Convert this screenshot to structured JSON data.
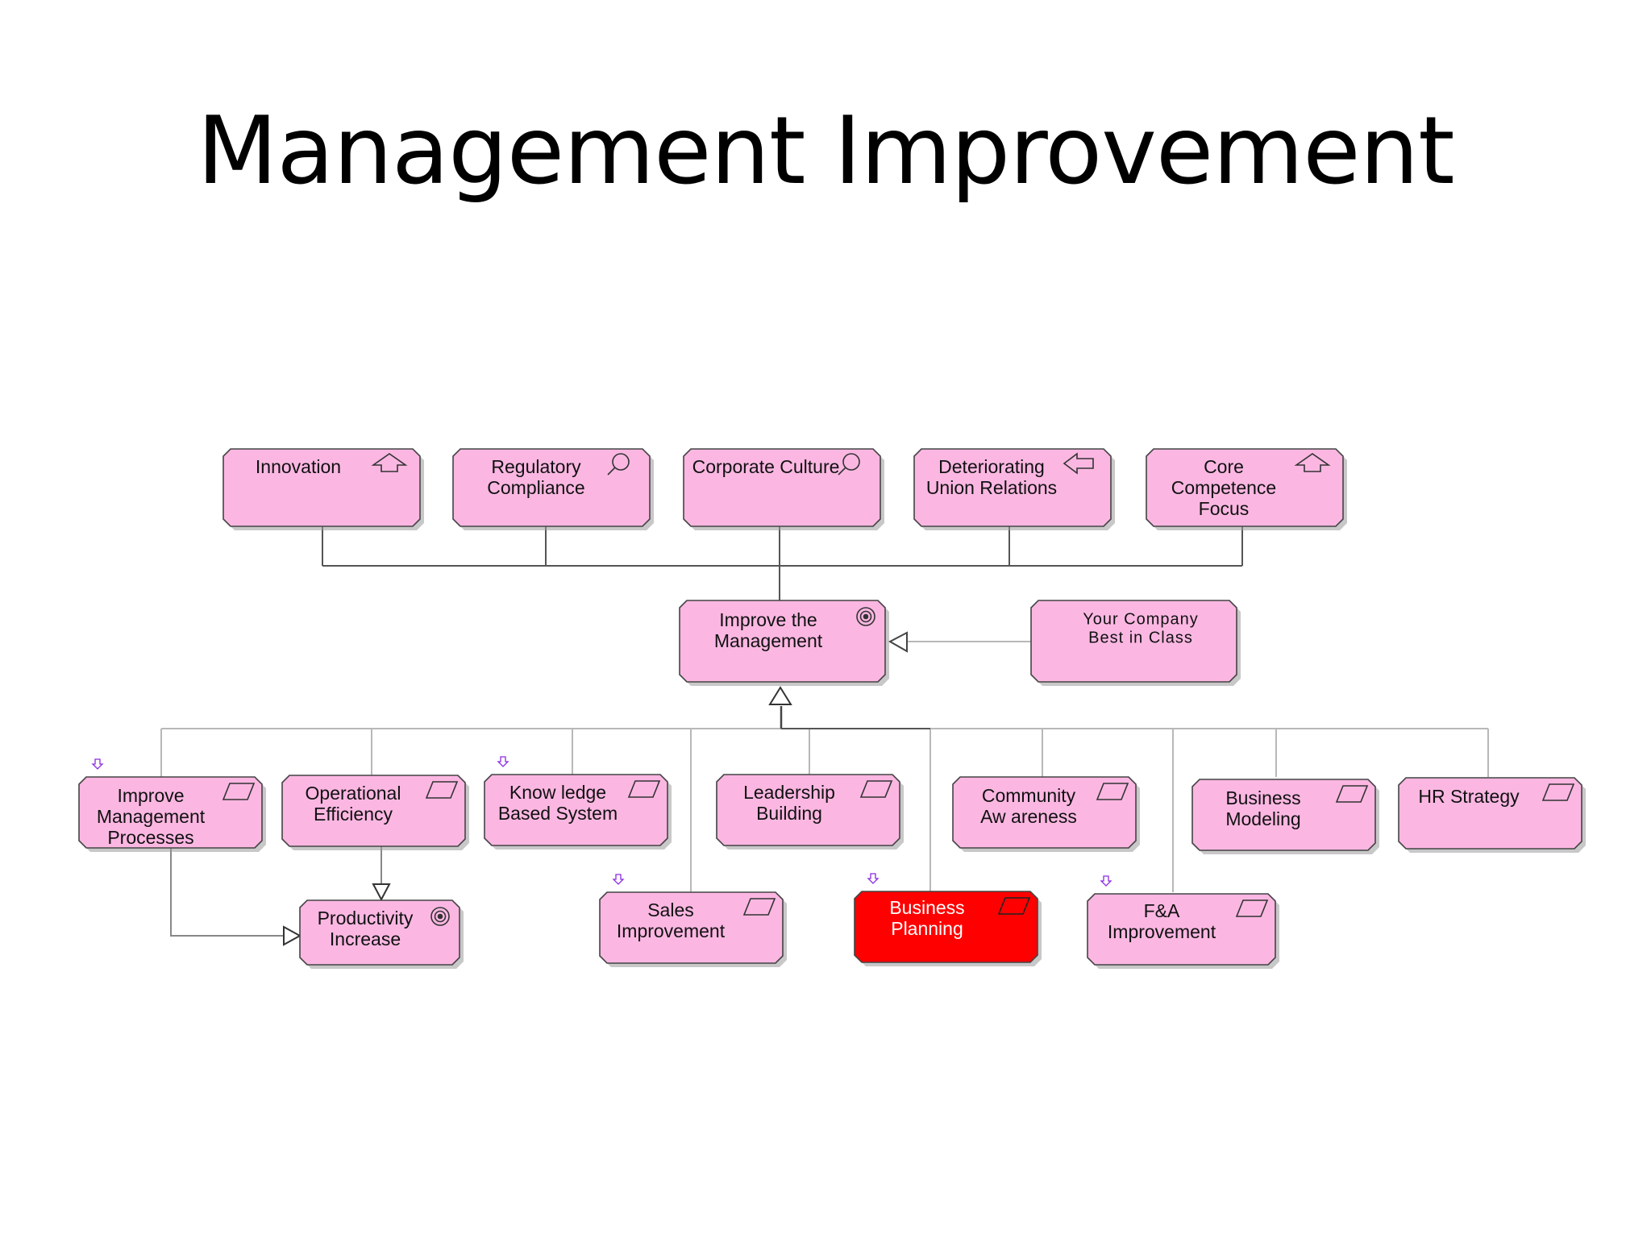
{
  "title": "Management Improvement",
  "colors": {
    "node_fill": "#fbb7e2",
    "node_stroke": "#444444",
    "highlight_fill": "#ff0000",
    "highlight_text": "#ffffff",
    "connector": "#b8b8b8"
  },
  "drivers": [
    {
      "id": "innovation",
      "lines": [
        "Innovation"
      ],
      "icon": "up-arrow-icon"
    },
    {
      "id": "regulatory",
      "lines": [
        "Regulatory",
        "Compliance"
      ],
      "icon": "magnifier-icon"
    },
    {
      "id": "culture",
      "lines": [
        "Corporate Culture"
      ],
      "icon": "magnifier-icon"
    },
    {
      "id": "union",
      "lines": [
        "Deteriorating",
        "Union Relations"
      ],
      "icon": "left-arrow-icon"
    },
    {
      "id": "core",
      "lines": [
        "Core",
        "Competence",
        "Focus"
      ],
      "icon": "up-arrow-icon"
    }
  ],
  "goal": {
    "id": "goal",
    "lines": [
      "Improve the",
      "Management"
    ],
    "icon": "target-icon"
  },
  "principle": {
    "id": "principle",
    "lines": [
      "Your Company",
      "Best in Class"
    ]
  },
  "activities": [
    {
      "id": "improve-processes",
      "lines": [
        "Improve",
        "Management",
        "Processes"
      ],
      "icon": "parallelogram-icon",
      "marker": true
    },
    {
      "id": "operational",
      "lines": [
        "Operational",
        "Efficiency"
      ],
      "icon": "parallelogram-icon",
      "marker": false
    },
    {
      "id": "knowledge",
      "lines": [
        "Know ledge",
        "Based System"
      ],
      "icon": "parallelogram-icon",
      "marker": true
    },
    {
      "id": "leadership",
      "lines": [
        "Leadership",
        "Building"
      ],
      "icon": "parallelogram-icon",
      "marker": false
    },
    {
      "id": "community",
      "lines": [
        "Community",
        "Aw areness"
      ],
      "icon": "parallelogram-icon",
      "marker": false
    },
    {
      "id": "business-modeling",
      "lines": [
        "Business",
        "Modeling"
      ],
      "icon": "parallelogram-icon",
      "marker": false
    },
    {
      "id": "hr",
      "lines": [
        "HR Strategy"
      ],
      "icon": "parallelogram-icon",
      "marker": false
    }
  ],
  "sub_activities": [
    {
      "id": "productivity",
      "lines": [
        "Productivity",
        "Increase"
      ],
      "icon": "target-icon",
      "marker": false,
      "highlight": false
    },
    {
      "id": "sales",
      "lines": [
        "Sales",
        "Improvement"
      ],
      "icon": "parallelogram-icon",
      "marker": true,
      "highlight": false
    },
    {
      "id": "business-planning",
      "lines": [
        "Business",
        "Planning"
      ],
      "icon": "parallelogram-icon",
      "marker": true,
      "highlight": true
    },
    {
      "id": "fa",
      "lines": [
        "F&A",
        "Improvement"
      ],
      "icon": "parallelogram-icon",
      "marker": true,
      "highlight": false
    }
  ]
}
